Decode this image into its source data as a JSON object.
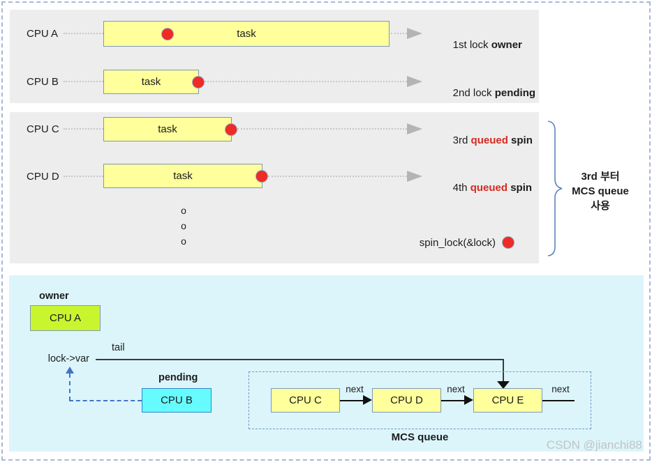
{
  "colors": {
    "panel_gray": "#ededed",
    "panel_blue": "#dcf5fb",
    "task_bar_yellow": "#ffff9c",
    "bar_border_blue_gray": "#7e99b4",
    "lock_dot_red": "#ee2b24",
    "owner_box_green": "#c9f52f",
    "pending_box_cyan": "#66fbff",
    "cyan_box_border": "#2e86c8",
    "queued_text_red": "#d42a20",
    "dashed_arrow_blue": "#4472c4",
    "outer_border_dashed": "#a9b7d9"
  },
  "top": {
    "rows": [
      {
        "cpu": "CPU A",
        "task": "task",
        "label": {
          "prefix": "1st lock ",
          "red": "",
          "bold": "owner"
        }
      },
      {
        "cpu": "CPU B",
        "task": "task",
        "label": {
          "prefix": "2nd lock ",
          "red": "",
          "bold": "pending"
        }
      },
      {
        "cpu": "CPU C",
        "task": "task",
        "label": {
          "prefix": "3rd ",
          "red": "queued",
          "bold": " spin"
        }
      },
      {
        "cpu": "CPU D",
        "task": "task",
        "label": {
          "prefix": "4th ",
          "red": "queued",
          "bold": " spin"
        }
      }
    ],
    "ellipsis": [
      "o",
      "o",
      "o"
    ],
    "spinlock_label": "spin_lock(&lock)",
    "note": {
      "line1": "3rd 부터",
      "line2": "MCS queue",
      "line3": "사용"
    }
  },
  "bottom": {
    "owner_label": "owner",
    "owner_cpu": "CPU A",
    "lockvar_label": "lock->var",
    "tail_label": "tail",
    "pending_label": "pending",
    "pending_cpu": "CPU B",
    "queue": {
      "title": "MCS queue",
      "nodes": [
        {
          "name": "CPU C",
          "next_label": "next"
        },
        {
          "name": "CPU D",
          "next_label": "next"
        },
        {
          "name": "CPU E",
          "next_label": "next"
        }
      ]
    }
  },
  "watermark": "CSDN @jianchi88"
}
